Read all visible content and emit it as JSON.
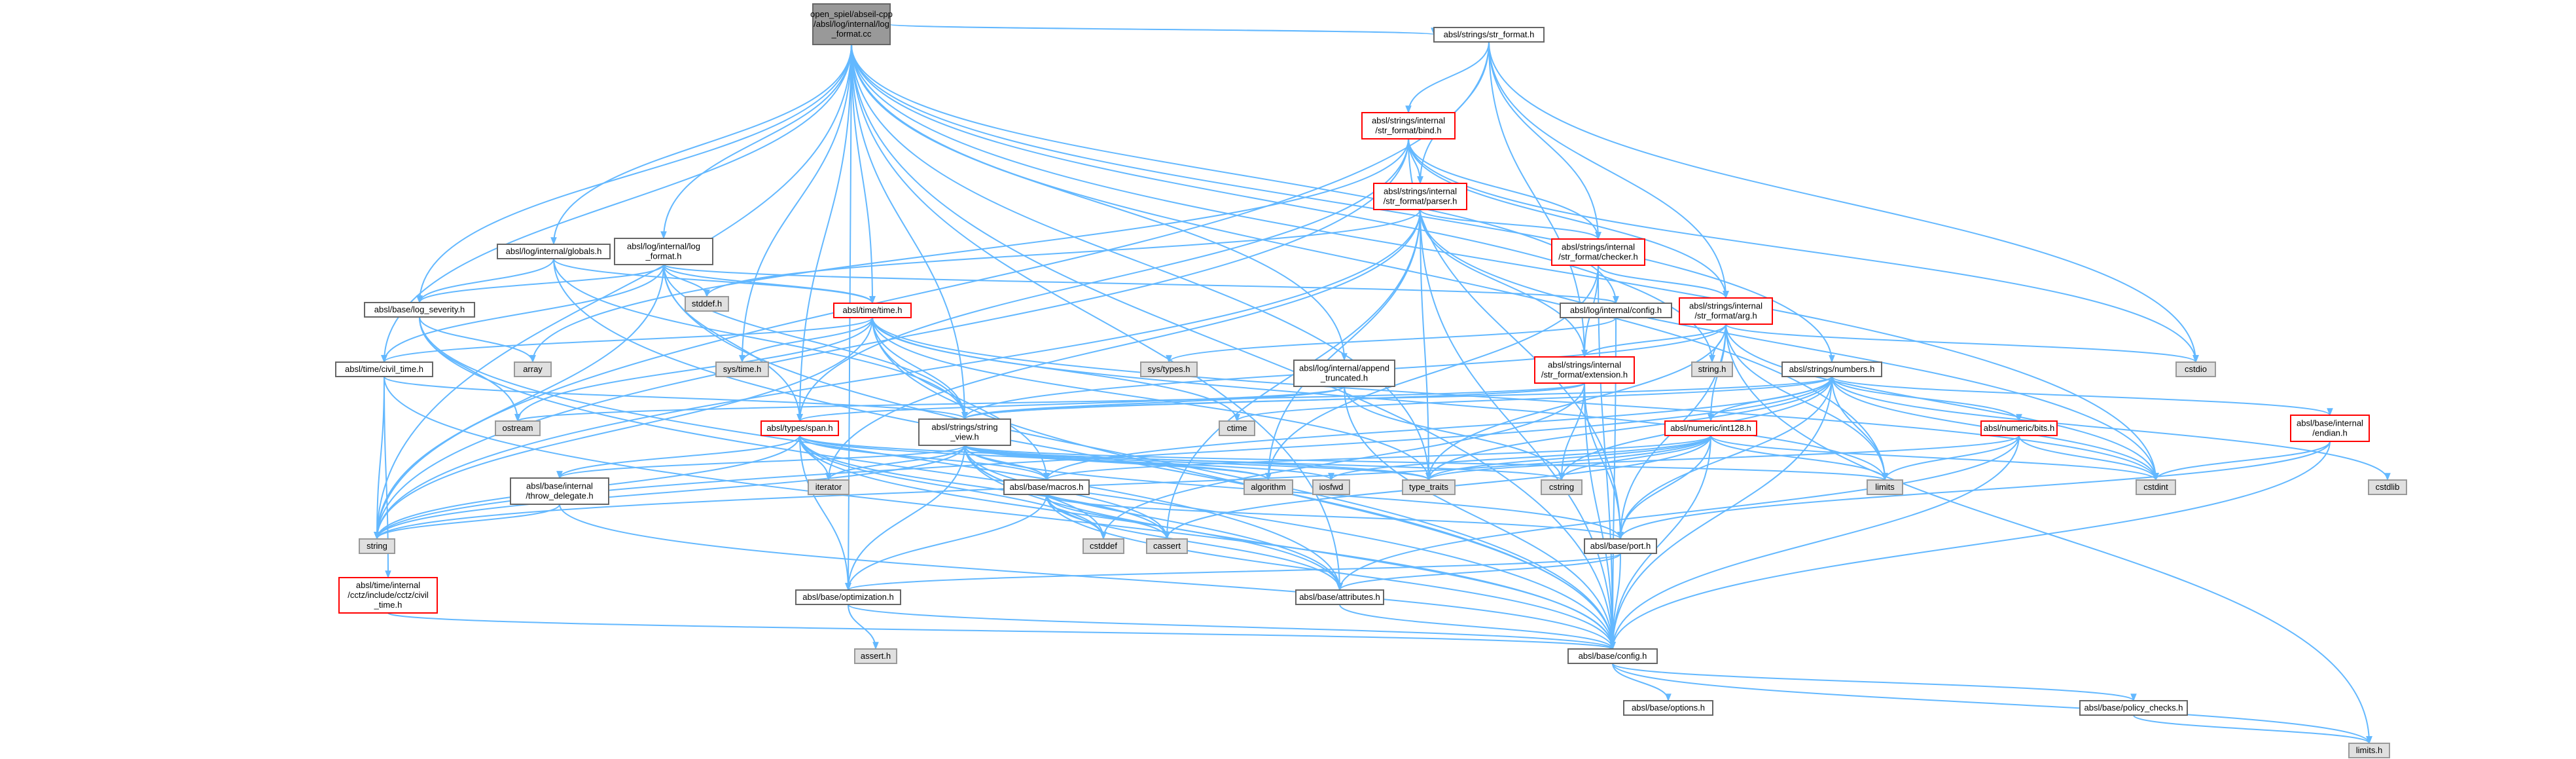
{
  "diagram": {
    "type": "include-dependency-graph",
    "colors": {
      "root_fill": "#999999",
      "file_fill": "#ffffff",
      "file_border": "#666666",
      "incomplete_border": "#ff0000",
      "system_fill": "#e0e0e0",
      "system_border": "#999999",
      "edge": "#63b8ff"
    },
    "nodes": [
      {
        "id": "root",
        "lines": [
          "open_spiel/abseil-cpp",
          "/absl/log/internal/log",
          "_format.cc"
        ],
        "kind": "root"
      },
      {
        "id": "str_format_h",
        "lines": [
          "absl/strings/str_format.h"
        ],
        "kind": "file"
      },
      {
        "id": "bind_h",
        "lines": [
          "absl/strings/internal",
          "/str_format/bind.h"
        ],
        "kind": "incomplete"
      },
      {
        "id": "parser_h",
        "lines": [
          "absl/strings/internal",
          "/str_format/parser.h"
        ],
        "kind": "incomplete"
      },
      {
        "id": "checker_h",
        "lines": [
          "absl/strings/internal",
          "/str_format/checker.h"
        ],
        "kind": "incomplete"
      },
      {
        "id": "arg_h",
        "lines": [
          "absl/strings/internal",
          "/str_format/arg.h"
        ],
        "kind": "incomplete"
      },
      {
        "id": "extension_h",
        "lines": [
          "absl/strings/internal",
          "/str_format/extension.h"
        ],
        "kind": "incomplete"
      },
      {
        "id": "globals_h",
        "lines": [
          "absl/log/internal/globals.h"
        ],
        "kind": "file"
      },
      {
        "id": "log_format_h",
        "lines": [
          "absl/log/internal/log",
          "_format.h"
        ],
        "kind": "file"
      },
      {
        "id": "log_config_h",
        "lines": [
          "absl/log/internal/config.h"
        ],
        "kind": "file"
      },
      {
        "id": "append_h",
        "lines": [
          "absl/log/internal/append",
          "_truncated.h"
        ],
        "kind": "file"
      },
      {
        "id": "log_severity_h",
        "lines": [
          "absl/base/log_severity.h"
        ],
        "kind": "file"
      },
      {
        "id": "time_h",
        "lines": [
          "absl/time/time.h"
        ],
        "kind": "incomplete"
      },
      {
        "id": "civil_time_h",
        "lines": [
          "absl/time/civil_time.h"
        ],
        "kind": "file"
      },
      {
        "id": "span_h",
        "lines": [
          "absl/types/span.h"
        ],
        "kind": "incomplete"
      },
      {
        "id": "string_view_h",
        "lines": [
          "absl/strings/string",
          "_view.h"
        ],
        "kind": "file"
      },
      {
        "id": "numbers_h",
        "lines": [
          "absl/strings/numbers.h"
        ],
        "kind": "file"
      },
      {
        "id": "int128_h",
        "lines": [
          "absl/numeric/int128.h"
        ],
        "kind": "incomplete"
      },
      {
        "id": "bits_h",
        "lines": [
          "absl/numeric/bits.h"
        ],
        "kind": "incomplete"
      },
      {
        "id": "endian_h",
        "lines": [
          "absl/base/internal",
          "/endian.h"
        ],
        "kind": "incomplete"
      },
      {
        "id": "throw_h",
        "lines": [
          "absl/base/internal",
          "/throw_delegate.h"
        ],
        "kind": "file"
      },
      {
        "id": "macros_h",
        "lines": [
          "absl/base/macros.h"
        ],
        "kind": "file"
      },
      {
        "id": "port_h",
        "lines": [
          "absl/base/port.h"
        ],
        "kind": "file"
      },
      {
        "id": "optimization_h",
        "lines": [
          "absl/base/optimization.h"
        ],
        "kind": "file"
      },
      {
        "id": "attributes_h",
        "lines": [
          "absl/base/attributes.h"
        ],
        "kind": "file"
      },
      {
        "id": "config_h",
        "lines": [
          "absl/base/config.h"
        ],
        "kind": "file"
      },
      {
        "id": "options_h",
        "lines": [
          "absl/base/options.h"
        ],
        "kind": "file"
      },
      {
        "id": "policy_h",
        "lines": [
          "absl/base/policy_checks.h"
        ],
        "kind": "file"
      },
      {
        "id": "civil_cctz_h",
        "lines": [
          "absl/time/internal",
          "/cctz/include/cctz/civil",
          "_time.h"
        ],
        "kind": "incomplete"
      },
      {
        "id": "stddef_h",
        "lines": [
          "stddef.h"
        ],
        "kind": "system"
      },
      {
        "id": "sys_types_h",
        "lines": [
          "sys/types.h"
        ],
        "kind": "system"
      },
      {
        "id": "string_h",
        "lines": [
          "string.h"
        ],
        "kind": "system"
      },
      {
        "id": "cstdio",
        "lines": [
          "cstdio"
        ],
        "kind": "system"
      },
      {
        "id": "array",
        "lines": [
          "array"
        ],
        "kind": "system"
      },
      {
        "id": "sys_time_h",
        "lines": [
          "sys/time.h"
        ],
        "kind": "system"
      },
      {
        "id": "ostream",
        "lines": [
          "ostream"
        ],
        "kind": "system"
      },
      {
        "id": "ctime",
        "lines": [
          "ctime"
        ],
        "kind": "system"
      },
      {
        "id": "iterator",
        "lines": [
          "iterator"
        ],
        "kind": "system"
      },
      {
        "id": "algorithm",
        "lines": [
          "algorithm"
        ],
        "kind": "system"
      },
      {
        "id": "iosfwd",
        "lines": [
          "iosfwd"
        ],
        "kind": "system"
      },
      {
        "id": "type_traits",
        "lines": [
          "type_traits"
        ],
        "kind": "system"
      },
      {
        "id": "cstring",
        "lines": [
          "cstring"
        ],
        "kind": "system"
      },
      {
        "id": "limits",
        "lines": [
          "limits"
        ],
        "kind": "system"
      },
      {
        "id": "cstdint",
        "lines": [
          "cstdint"
        ],
        "kind": "system"
      },
      {
        "id": "cstdlib",
        "lines": [
          "cstdlib"
        ],
        "kind": "system"
      },
      {
        "id": "string",
        "lines": [
          "string"
        ],
        "kind": "system"
      },
      {
        "id": "cstddef",
        "lines": [
          "cstddef"
        ],
        "kind": "system"
      },
      {
        "id": "cassert",
        "lines": [
          "cassert"
        ],
        "kind": "system"
      },
      {
        "id": "assert_h",
        "lines": [
          "assert.h"
        ],
        "kind": "system"
      },
      {
        "id": "limits_h",
        "lines": [
          "limits.h"
        ],
        "kind": "system"
      }
    ],
    "edges": [
      [
        "root",
        "str_format_h"
      ],
      [
        "root",
        "globals_h"
      ],
      [
        "root",
        "log_format_h"
      ],
      [
        "root",
        "log_config_h"
      ],
      [
        "root",
        "append_h"
      ],
      [
        "root",
        "log_severity_h"
      ],
      [
        "root",
        "time_h"
      ],
      [
        "root",
        "civil_time_h"
      ],
      [
        "root",
        "span_h"
      ],
      [
        "root",
        "string_view_h"
      ],
      [
        "root",
        "numbers_h"
      ],
      [
        "root",
        "config_h"
      ],
      [
        "root",
        "optimization_h"
      ],
      [
        "root",
        "attributes_h"
      ],
      [
        "root",
        "string"
      ],
      [
        "root",
        "sys_time_h"
      ],
      [
        "root",
        "type_traits"
      ],
      [
        "root",
        "cstdint"
      ],
      [
        "root",
        "limits"
      ],
      [
        "root",
        "string_h"
      ],
      [
        "str_format_h",
        "bind_h"
      ],
      [
        "str_format_h",
        "parser_h"
      ],
      [
        "str_format_h",
        "checker_h"
      ],
      [
        "str_format_h",
        "arg_h"
      ],
      [
        "str_format_h",
        "extension_h"
      ],
      [
        "str_format_h",
        "cstdio"
      ],
      [
        "str_format_h",
        "string"
      ],
      [
        "bind_h",
        "parser_h"
      ],
      [
        "bind_h",
        "checker_h"
      ],
      [
        "bind_h",
        "arg_h"
      ],
      [
        "bind_h",
        "span_h"
      ],
      [
        "bind_h",
        "array"
      ],
      [
        "bind_h",
        "cstdio"
      ],
      [
        "bind_h",
        "string"
      ],
      [
        "bind_h",
        "port_h"
      ],
      [
        "parser_h",
        "checker_h"
      ],
      [
        "parser_h",
        "extension_h"
      ],
      [
        "parser_h",
        "stddef_h"
      ],
      [
        "parser_h",
        "iterator"
      ],
      [
        "parser_h",
        "cassert"
      ],
      [
        "parser_h",
        "cstdint"
      ],
      [
        "parser_h",
        "string"
      ],
      [
        "parser_h",
        "algorithm"
      ],
      [
        "parser_h",
        "type_traits"
      ],
      [
        "parser_h",
        "config_h"
      ],
      [
        "checker_h",
        "arg_h"
      ],
      [
        "checker_h",
        "extension_h"
      ],
      [
        "checker_h",
        "algorithm"
      ],
      [
        "checker_h",
        "config_h"
      ],
      [
        "arg_h",
        "extension_h"
      ],
      [
        "arg_h",
        "string_h"
      ],
      [
        "arg_h",
        "limits"
      ],
      [
        "arg_h",
        "cstdio"
      ],
      [
        "arg_h",
        "string_view_h"
      ],
      [
        "arg_h",
        "int128_h"
      ],
      [
        "arg_h",
        "type_traits"
      ],
      [
        "arg_h",
        "cstdint"
      ],
      [
        "arg_h",
        "port_h"
      ],
      [
        "arg_h",
        "limits_h"
      ],
      [
        "extension_h",
        "port_h"
      ],
      [
        "extension_h",
        "string_view_h"
      ],
      [
        "extension_h",
        "cstddef"
      ],
      [
        "extension_h",
        "config_h"
      ],
      [
        "extension_h",
        "cstring"
      ],
      [
        "extension_h",
        "ostream"
      ],
      [
        "globals_h",
        "log_severity_h"
      ],
      [
        "globals_h",
        "string_view_h"
      ],
      [
        "globals_h",
        "time_h"
      ],
      [
        "globals_h",
        "config_h"
      ],
      [
        "log_format_h",
        "log_severity_h"
      ],
      [
        "log_format_h",
        "log_config_h"
      ],
      [
        "log_format_h",
        "time_h"
      ],
      [
        "log_format_h",
        "civil_time_h"
      ],
      [
        "log_format_h",
        "string_view_h"
      ],
      [
        "log_format_h",
        "span_h"
      ],
      [
        "log_format_h",
        "stddef_h"
      ],
      [
        "log_format_h",
        "string"
      ],
      [
        "log_format_h",
        "config_h"
      ],
      [
        "log_config_h",
        "sys_types_h"
      ],
      [
        "log_config_h",
        "config_h"
      ],
      [
        "append_h",
        "string_view_h"
      ],
      [
        "append_h",
        "span_h"
      ],
      [
        "append_h",
        "cstring"
      ],
      [
        "append_h",
        "config_h"
      ],
      [
        "log_severity_h",
        "array"
      ],
      [
        "log_severity_h",
        "ostream"
      ],
      [
        "log_severity_h",
        "attributes_h"
      ],
      [
        "log_severity_h",
        "config_h"
      ],
      [
        "time_h",
        "sys_time_h"
      ],
      [
        "time_h",
        "ostream"
      ],
      [
        "time_h",
        "ctime"
      ],
      [
        "time_h",
        "cstdint"
      ],
      [
        "time_h",
        "limits"
      ],
      [
        "time_h",
        "string"
      ],
      [
        "time_h",
        "type_traits"
      ],
      [
        "time_h",
        "civil_time_h"
      ],
      [
        "time_h",
        "string_view_h"
      ],
      [
        "time_h",
        "macros_h"
      ],
      [
        "time_h",
        "config_h"
      ],
      [
        "civil_time_h",
        "string"
      ],
      [
        "civil_time_h",
        "string_view_h"
      ],
      [
        "civil_time_h",
        "civil_cctz_h"
      ],
      [
        "civil_time_h",
        "config_h"
      ],
      [
        "civil_cctz_h",
        "config_h"
      ],
      [
        "span_h",
        "algorithm"
      ],
      [
        "span_h",
        "cassert"
      ],
      [
        "span_h",
        "cstddef"
      ],
      [
        "span_h",
        "iterator"
      ],
      [
        "span_h",
        "type_traits"
      ],
      [
        "span_h",
        "throw_h"
      ],
      [
        "span_h",
        "macros_h"
      ],
      [
        "span_h",
        "optimization_h"
      ],
      [
        "span_h",
        "attributes_h"
      ],
      [
        "span_h",
        "string"
      ],
      [
        "string_view_h",
        "algorithm"
      ],
      [
        "string_view_h",
        "cassert"
      ],
      [
        "string_view_h",
        "cstddef"
      ],
      [
        "string_view_h",
        "cstring"
      ],
      [
        "string_view_h",
        "iosfwd"
      ],
      [
        "string_view_h",
        "iterator"
      ],
      [
        "string_view_h",
        "limits"
      ],
      [
        "string_view_h",
        "string"
      ],
      [
        "string_view_h",
        "throw_h"
      ],
      [
        "string_view_h",
        "macros_h"
      ],
      [
        "string_view_h",
        "optimization_h"
      ],
      [
        "string_view_h",
        "port_h"
      ],
      [
        "string_view_h",
        "attributes_h"
      ],
      [
        "string_view_h",
        "config_h"
      ],
      [
        "string_view_h",
        "type_traits"
      ],
      [
        "numbers_h",
        "int128_h"
      ],
      [
        "numbers_h",
        "bits_h"
      ],
      [
        "numbers_h",
        "endian_h"
      ],
      [
        "numbers_h",
        "string_view_h"
      ],
      [
        "numbers_h",
        "macros_h"
      ],
      [
        "numbers_h",
        "port_h"
      ],
      [
        "numbers_h",
        "limits"
      ],
      [
        "numbers_h",
        "cstring"
      ],
      [
        "numbers_h",
        "ctime"
      ],
      [
        "numbers_h",
        "cstdlib"
      ],
      [
        "numbers_h",
        "cstdint"
      ],
      [
        "numbers_h",
        "config_h"
      ],
      [
        "numbers_h",
        "type_traits"
      ],
      [
        "numbers_h",
        "string"
      ],
      [
        "int128_h",
        "cassert"
      ],
      [
        "int128_h",
        "cstdint"
      ],
      [
        "int128_h",
        "cstring"
      ],
      [
        "int128_h",
        "iosfwd"
      ],
      [
        "int128_h",
        "limits"
      ],
      [
        "int128_h",
        "string"
      ],
      [
        "int128_h",
        "macros_h"
      ],
      [
        "int128_h",
        "port_h"
      ],
      [
        "int128_h",
        "config_h"
      ],
      [
        "int128_h",
        "type_traits"
      ],
      [
        "bits_h",
        "cstdint"
      ],
      [
        "bits_h",
        "limits"
      ],
      [
        "bits_h",
        "type_traits"
      ],
      [
        "bits_h",
        "attributes_h"
      ],
      [
        "bits_h",
        "config_h"
      ],
      [
        "endian_h",
        "cstdint"
      ],
      [
        "endian_h",
        "port_h"
      ],
      [
        "endian_h",
        "config_h"
      ],
      [
        "throw_h",
        "string"
      ],
      [
        "throw_h",
        "config_h"
      ],
      [
        "macros_h",
        "cassert"
      ],
      [
        "macros_h",
        "cstddef"
      ],
      [
        "macros_h",
        "attributes_h"
      ],
      [
        "macros_h",
        "optimization_h"
      ],
      [
        "macros_h",
        "port_h"
      ],
      [
        "macros_h",
        "config_h"
      ],
      [
        "port_h",
        "attributes_h"
      ],
      [
        "port_h",
        "config_h"
      ],
      [
        "port_h",
        "optimization_h"
      ],
      [
        "optimization_h",
        "assert_h"
      ],
      [
        "optimization_h",
        "config_h"
      ],
      [
        "attributes_h",
        "config_h"
      ],
      [
        "config_h",
        "limits_h"
      ],
      [
        "config_h",
        "options_h"
      ],
      [
        "config_h",
        "policy_h"
      ],
      [
        "policy_h",
        "limits_h"
      ]
    ]
  }
}
